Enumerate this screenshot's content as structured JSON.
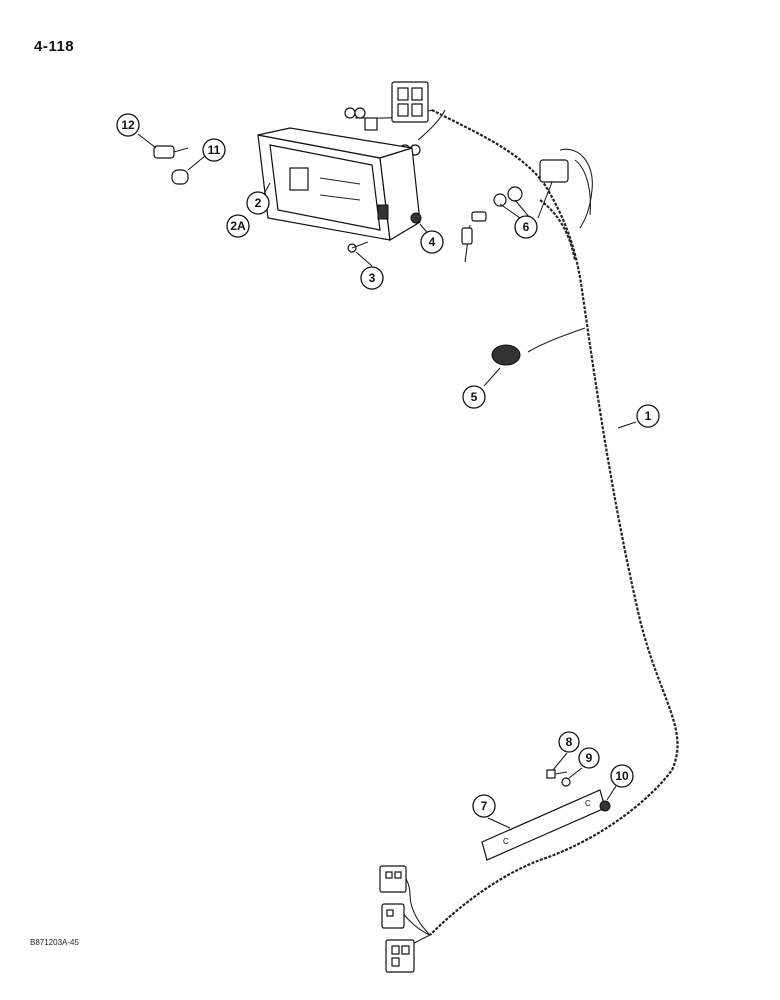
{
  "page": {
    "number": "4-118",
    "figure_code": "B871203A-45"
  },
  "callouts": [
    {
      "id": "c1",
      "label": "1"
    },
    {
      "id": "c2",
      "label": "2"
    },
    {
      "id": "c2a",
      "label": "2A"
    },
    {
      "id": "c3",
      "label": "3"
    },
    {
      "id": "c4",
      "label": "4"
    },
    {
      "id": "c5",
      "label": "5"
    },
    {
      "id": "c6",
      "label": "6"
    },
    {
      "id": "c7",
      "label": "7"
    },
    {
      "id": "c8",
      "label": "8"
    },
    {
      "id": "c9",
      "label": "9"
    },
    {
      "id": "c10",
      "label": "10"
    },
    {
      "id": "c11",
      "label": "11"
    },
    {
      "id": "c12",
      "label": "12"
    }
  ],
  "plate_marks": {
    "left": "C",
    "right": "C"
  }
}
